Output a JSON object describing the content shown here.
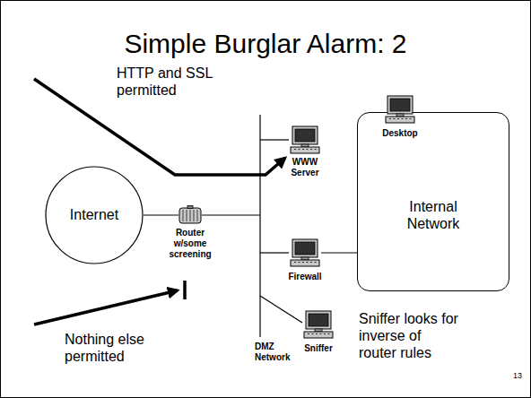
{
  "diagram": {
    "title": "Simple Burglar Alarm: 2",
    "nodes": [
      {
        "text": [
          "Internet"
        ]
      },
      {
        "text": [
          "Router w/some screening"
        ]
      },
      {
        "text": [
          "WWW Server"
        ]
      },
      {
        "text": [
          "Internal Network"
        ]
      },
      {
        "text": [
          "Desktop"
        ],
        "in": 3
      },
      {
        "text": [
          "Firewall"
        ]
      },
      {
        "text": [
          "Sniffer"
        ]
      }
    ],
    "edges": [
      {
        "from": 0,
        "to": 1,
        "arrow": "none"
      },
      {
        "from": 5,
        "to": 3,
        "arrow": "none"
      }
    ],
    "labels": [
      "HTTP and SSL permitted",
      "Nothing else permitted",
      "DMZ Network",
      "Sniffer looks for inverse of router rules",
      "13"
    ]
  }
}
